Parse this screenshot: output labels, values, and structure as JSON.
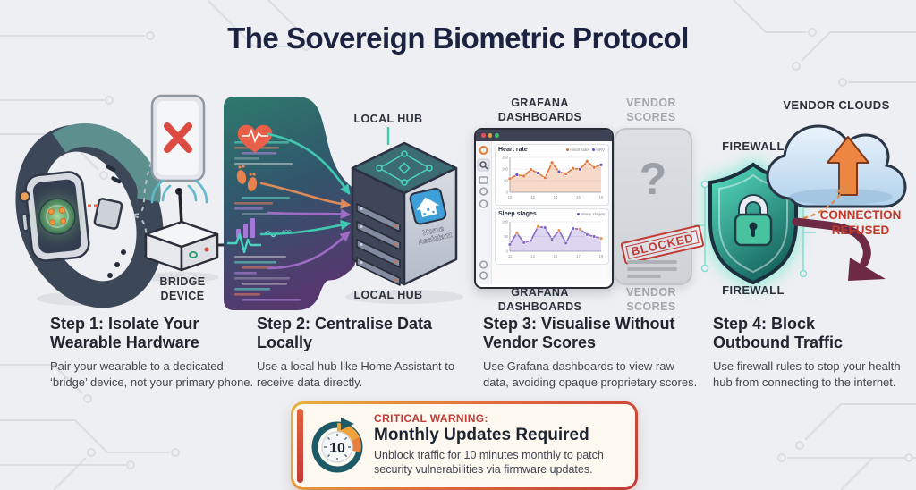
{
  "title": "The Sovereign Biometric Protocol",
  "steps": [
    {
      "title": "Step 1: Isolate Your Wearable Hardware",
      "body": "Pair your wearable to a dedicated ‘bridge’ device, not your primary phone."
    },
    {
      "title": "Step 2: Centralise Data Locally",
      "body": "Use a local hub like Home Assistant to receive data directly."
    },
    {
      "title": "Step 3: Visualise Without Vendor Scores",
      "body": "Use Grafana dashboards to view raw data, avoiding opaque proprietary scores."
    },
    {
      "title": "Step 4: Block Outbound Traffic",
      "body": "Use firewall rules to stop your health hub from connecting to the internet."
    }
  ],
  "labels": {
    "bridge_device": "BRIDGE DEVICE",
    "local_hub": "LOCAL HUB",
    "grafana_dashboards": "GRAFANA DASHBOARDS",
    "vendor_scores": "VENDOR SCORES",
    "firewall": "FIREWALL",
    "vendor_clouds": "VENDOR CLOUDS",
    "connection_refused": "CONNECTION REFUSED",
    "ha_line1": "Home",
    "ha_line2": "Assistant",
    "scribble": "409"
  },
  "vendor_card": {
    "question_mark": "?",
    "stamp": "BLOCKED"
  },
  "warning": {
    "kicker": "CRITICAL WARNING:",
    "title": "Monthly Updates Required",
    "body": "Unblock traffic for 10 minutes monthly to patch security vulnerabilities via firmware updates.",
    "timer_value": "10"
  },
  "colors": {
    "accent_teal": "#3ec9b0",
    "accent_orange": "#e8823c",
    "accent_purple": "#8a5fc8",
    "warning_red": "#c0392b",
    "ha_blue": "#3f9fd8"
  },
  "chart_data": [
    {
      "type": "area",
      "title": "Heart rate",
      "values": [
        62,
        80,
        74,
        104,
        88,
        66,
        136,
        94,
        84,
        110,
        105,
        142,
        114,
        126
      ],
      "ylim": [
        0,
        160
      ],
      "yticks": [
        "150",
        "100",
        "50",
        "0"
      ],
      "xticks": [
        "10",
        "12",
        "14",
        "16",
        "18"
      ],
      "color": "#e0763c",
      "legend": [
        {
          "label": "Heart rate",
          "color": "#e0663c"
        },
        {
          "label": "HRV",
          "color": "#6a4fc2"
        }
      ]
    },
    {
      "type": "area",
      "title": "Sleep stages",
      "values": [
        25,
        68,
        32,
        40,
        92,
        88,
        45,
        78,
        30,
        85,
        82,
        62,
        55,
        48
      ],
      "ylim": [
        0,
        110
      ],
      "yticks": [
        "100",
        "50",
        "0"
      ],
      "xticks": [
        "11",
        "13",
        "15",
        "17",
        "19"
      ],
      "color": "#8a6ac8",
      "legend": [
        {
          "label": "Sleep stages",
          "color": "#6a4fc2"
        }
      ]
    }
  ]
}
